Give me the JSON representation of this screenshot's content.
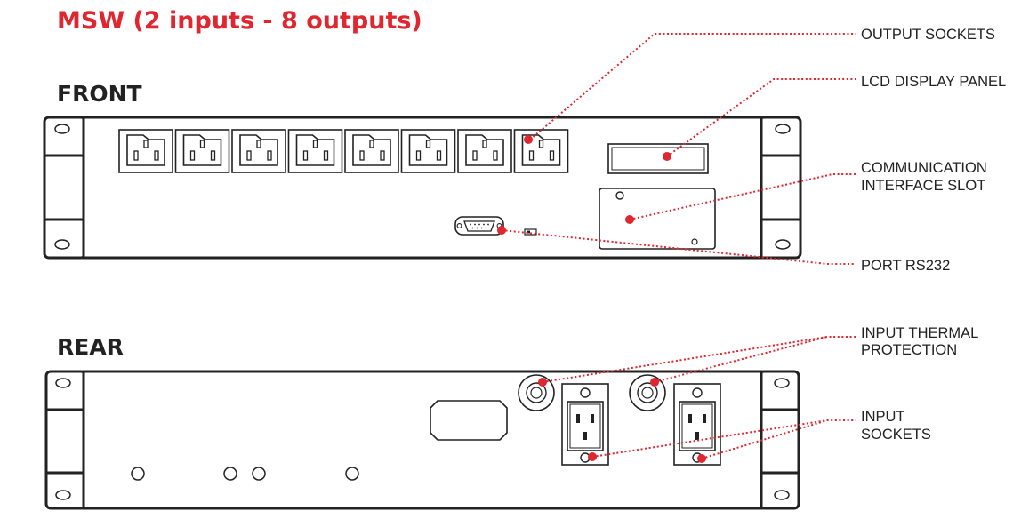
{
  "title": "MSW (2 inputs - 8 outputs)",
  "sections": {
    "front": "FRONT",
    "rear": "REAR"
  },
  "labels": {
    "output_sockets": "OUTPUT SOCKETS",
    "lcd_display_panel": "LCD DISPLAY PANEL",
    "communication_interface_slot": [
      "COMMUNICATION",
      "INTERFACE SLOT"
    ],
    "port_rs232": "PORT RS232",
    "input_thermal_protection": [
      "INPUT THERMAL",
      "PROTECTION"
    ],
    "input_sockets": [
      "INPUT",
      "SOCKETS"
    ]
  },
  "colors": {
    "accent": "#e0262f",
    "outline": "#222222"
  }
}
